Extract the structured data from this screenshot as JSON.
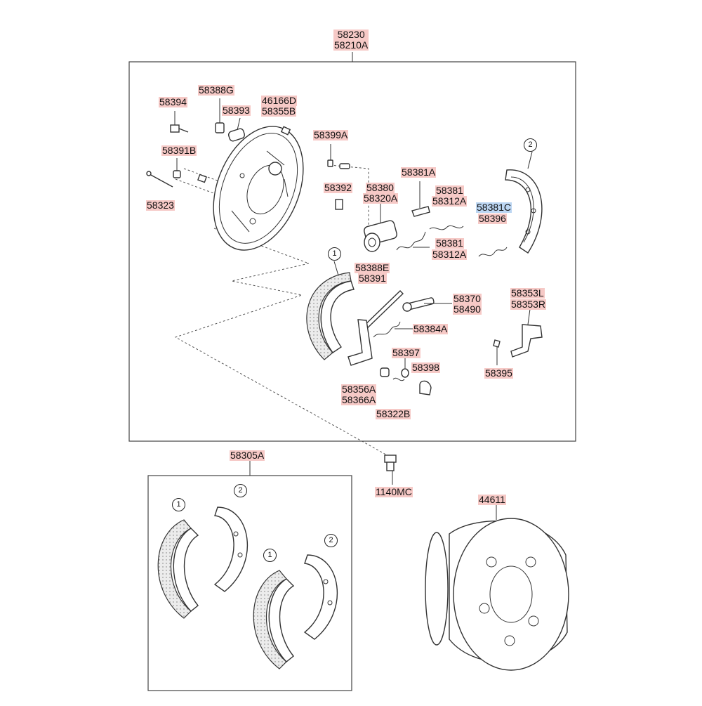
{
  "assembly_labels": {
    "top": {
      "line1": "58230",
      "line2": "58210A"
    },
    "kit": "58305A",
    "bolt": "1140MC",
    "drum": "44611"
  },
  "part_labels": [
    {
      "id": "p58394",
      "text": "58394"
    },
    {
      "id": "p58388G",
      "text": "58388G"
    },
    {
      "id": "p58393",
      "text": "58393"
    },
    {
      "id": "p46166D",
      "text": "46166D"
    },
    {
      "id": "p58355B",
      "text": "58355B"
    },
    {
      "id": "p58391B",
      "text": "58391B"
    },
    {
      "id": "p58323",
      "text": "58323"
    },
    {
      "id": "p58399A",
      "text": "58399A"
    },
    {
      "id": "p58392",
      "text": "58392"
    },
    {
      "id": "p58380",
      "text": "58380"
    },
    {
      "id": "p58320A",
      "text": "58320A"
    },
    {
      "id": "p58381A",
      "text": "58381A"
    },
    {
      "id": "p58381a",
      "text": "58381"
    },
    {
      "id": "p58312Aa",
      "text": "58312A"
    },
    {
      "id": "p58381C",
      "text": "58381C",
      "selected": true
    },
    {
      "id": "p58396",
      "text": "58396"
    },
    {
      "id": "p58381b",
      "text": "58381"
    },
    {
      "id": "p58312Ab",
      "text": "58312A"
    },
    {
      "id": "p58388E",
      "text": "58388E"
    },
    {
      "id": "p58391",
      "text": "58391"
    },
    {
      "id": "p58370",
      "text": "58370"
    },
    {
      "id": "p58490",
      "text": "58490"
    },
    {
      "id": "p58353L",
      "text": "58353L"
    },
    {
      "id": "p58353R",
      "text": "58353R"
    },
    {
      "id": "p58384A",
      "text": "58384A"
    },
    {
      "id": "p58397",
      "text": "58397"
    },
    {
      "id": "p58398",
      "text": "58398"
    },
    {
      "id": "p58395",
      "text": "58395"
    },
    {
      "id": "p58356A",
      "text": "58356A"
    },
    {
      "id": "p58366A",
      "text": "58366A"
    },
    {
      "id": "p58322B",
      "text": "58322B"
    }
  ],
  "callouts": {
    "shoe_top_1": "1",
    "shoe_top_2": "2",
    "kit_a_1": "1",
    "kit_a_2": "2",
    "kit_b_1": "1",
    "kit_b_2": "2"
  },
  "colors": {
    "label_bg": "#f6c9c6",
    "selected_bg": "#bcd6f2"
  }
}
